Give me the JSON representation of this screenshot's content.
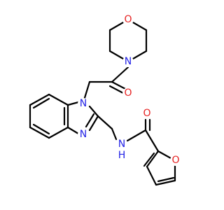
{
  "molecule": {
    "colors": {
      "carbon_bond": "#000000",
      "nitrogen": "#2323e6",
      "oxygen": "#e62323",
      "background": "#ffffff"
    },
    "atom_labels": {
      "morpholine_oxygen": "O",
      "morpholine_nitrogen": "N",
      "ketone_oxygen": "O",
      "benzimidazole_n1": "N",
      "benzimidazole_n3": "N",
      "amide_nitrogen": "N",
      "amide_hydrogen": "H",
      "amide_oxygen": "O",
      "furan_oxygen": "O"
    }
  }
}
